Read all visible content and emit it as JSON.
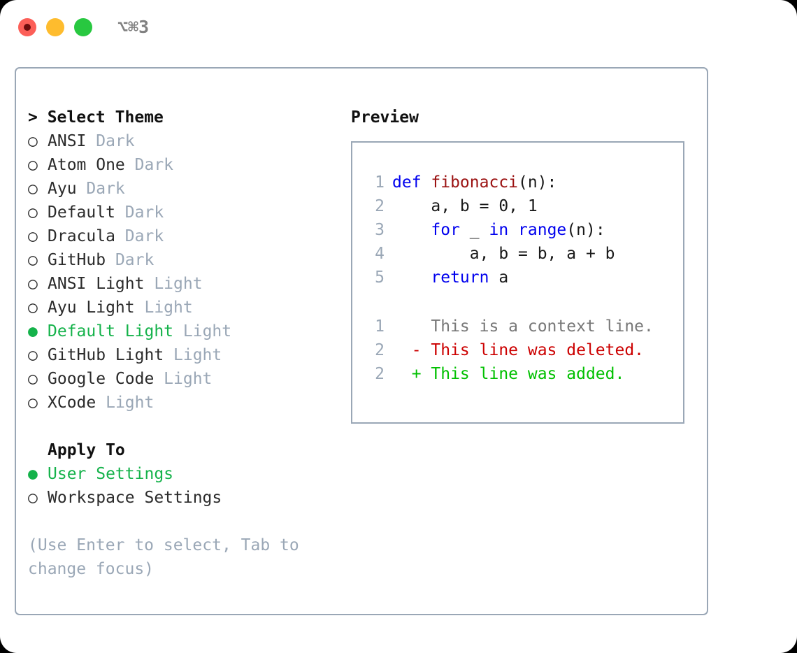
{
  "titlebar": {
    "shortcut": "⌥⌘3",
    "buttons": [
      {
        "name": "close",
        "color": "#fc5f58"
      },
      {
        "name": "minimize",
        "color": "#febc2e"
      },
      {
        "name": "maximize",
        "color": "#28c840"
      }
    ]
  },
  "colors": {
    "accent_green": "#14b24a",
    "muted": "#9aa7b6",
    "border": "#9aa7b6",
    "keyword_blue": "#0000ee",
    "function_red": "#9b1212",
    "diff_delete": "#cc0000",
    "diff_add": "#00c000",
    "context_gray": "#777777"
  },
  "theme_list": {
    "header": "> Select Theme",
    "marker_selected": "●",
    "marker_unselected": "○",
    "items": [
      {
        "label": "ANSI",
        "variant": "Dark",
        "selected": false
      },
      {
        "label": "Atom One",
        "variant": "Dark",
        "selected": false
      },
      {
        "label": "Ayu",
        "variant": "Dark",
        "selected": false
      },
      {
        "label": "Default",
        "variant": "Dark",
        "selected": false
      },
      {
        "label": "Dracula",
        "variant": "Dark",
        "selected": false
      },
      {
        "label": "GitHub",
        "variant": "Dark",
        "selected": false
      },
      {
        "label": "ANSI Light",
        "variant": "Light",
        "selected": false
      },
      {
        "label": "Ayu Light",
        "variant": "Light",
        "selected": false
      },
      {
        "label": "Default Light",
        "variant": "Light",
        "selected": true
      },
      {
        "label": "GitHub Light",
        "variant": "Light",
        "selected": false
      },
      {
        "label": "Google Code",
        "variant": "Light",
        "selected": false
      },
      {
        "label": "XCode",
        "variant": "Light",
        "selected": false
      }
    ]
  },
  "apply_to": {
    "header": "Apply To",
    "items": [
      {
        "label": "User Settings",
        "selected": true
      },
      {
        "label": "Workspace Settings",
        "selected": false
      }
    ]
  },
  "hint": "(Use Enter to select, Tab to change focus)",
  "preview": {
    "title": "Preview",
    "code_lines": [
      {
        "number": "1",
        "tokens": [
          {
            "text": "def ",
            "style": "kw"
          },
          {
            "text": "fibonacci",
            "style": "fn"
          },
          {
            "text": "(n):",
            "style": "plain"
          }
        ]
      },
      {
        "number": "2",
        "tokens": [
          {
            "text": "    a, b = 0, 1",
            "style": "plain"
          }
        ]
      },
      {
        "number": "3",
        "tokens": [
          {
            "text": "    ",
            "style": "plain"
          },
          {
            "text": "for",
            "style": "kw"
          },
          {
            "text": " _ ",
            "style": "plain"
          },
          {
            "text": "in",
            "style": "kw"
          },
          {
            "text": " ",
            "style": "plain"
          },
          {
            "text": "range",
            "style": "kw"
          },
          {
            "text": "(n):",
            "style": "plain"
          }
        ]
      },
      {
        "number": "4",
        "tokens": [
          {
            "text": "        a, b = b, a + b",
            "style": "plain"
          }
        ]
      },
      {
        "number": "5",
        "tokens": [
          {
            "text": "    ",
            "style": "plain"
          },
          {
            "text": "return",
            "style": "kw"
          },
          {
            "text": " a",
            "style": "plain"
          }
        ]
      }
    ],
    "diff_lines": [
      {
        "number": "1",
        "marker": " ",
        "text": " This is a context line.",
        "style": "ctx"
      },
      {
        "number": "2",
        "marker": "-",
        "text": " This line was deleted.",
        "style": "del"
      },
      {
        "number": "2",
        "marker": "+",
        "text": " This line was added.",
        "style": "add"
      }
    ]
  }
}
